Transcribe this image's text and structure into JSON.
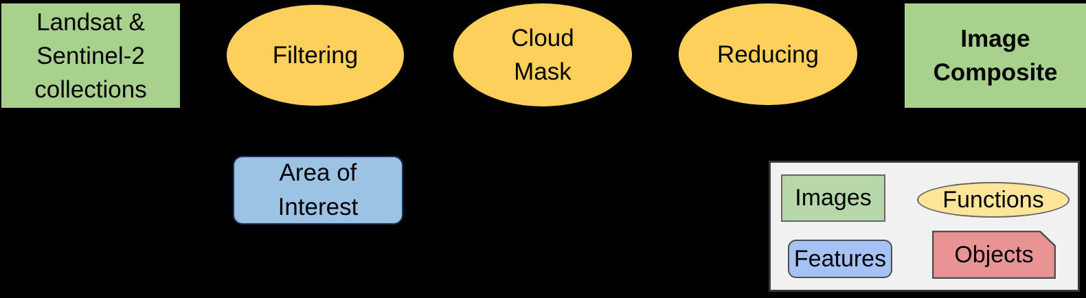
{
  "diagram": {
    "background": "#000000",
    "nodes": [
      {
        "id": "landsat-sentinel-collections",
        "label": "Landsat &\nSentinel-2\ncollections",
        "shape": "rectangle",
        "category": "Images",
        "fill": "#a9d18e",
        "text_color": "#000000"
      },
      {
        "id": "filtering",
        "label": "Filtering",
        "shape": "ellipse",
        "category": "Functions",
        "fill": "#fcd05a",
        "text_color": "#000000"
      },
      {
        "id": "cloud-mask",
        "label": "Cloud\nMask",
        "shape": "ellipse",
        "category": "Functions",
        "fill": "#fcd05a",
        "text_color": "#000000"
      },
      {
        "id": "reducing",
        "label": "Reducing",
        "shape": "ellipse",
        "category": "Functions",
        "fill": "#fcd05a",
        "text_color": "#000000"
      },
      {
        "id": "image-composite",
        "label": "Image\nComposite",
        "shape": "rectangle",
        "category": "Images",
        "fill": "#a9d18e",
        "text_color": "#000000",
        "bold": true
      },
      {
        "id": "area-of-interest",
        "label": "Area of\nInterest",
        "shape": "rounded-rectangle",
        "category": "Features",
        "fill": "#9cc3e5",
        "border": "#17365d",
        "text_color": "#000000"
      }
    ],
    "legend": {
      "background": "#f1f1f1",
      "border": "#383838",
      "items": [
        {
          "label": "Images",
          "shape": "rectangle",
          "fill": "#b6d7a8",
          "border": "#666666"
        },
        {
          "label": "Functions",
          "shape": "ellipse",
          "fill": "#ffe599",
          "border": "#666666"
        },
        {
          "label": "Features",
          "shape": "rounded-rectangle",
          "fill": "#a4c2f4",
          "border": "#4d4d4d"
        },
        {
          "label": "Objects",
          "shape": "clipped-corner-rectangle",
          "fill": "#e89494",
          "border": "#4d4d4d"
        }
      ]
    }
  }
}
